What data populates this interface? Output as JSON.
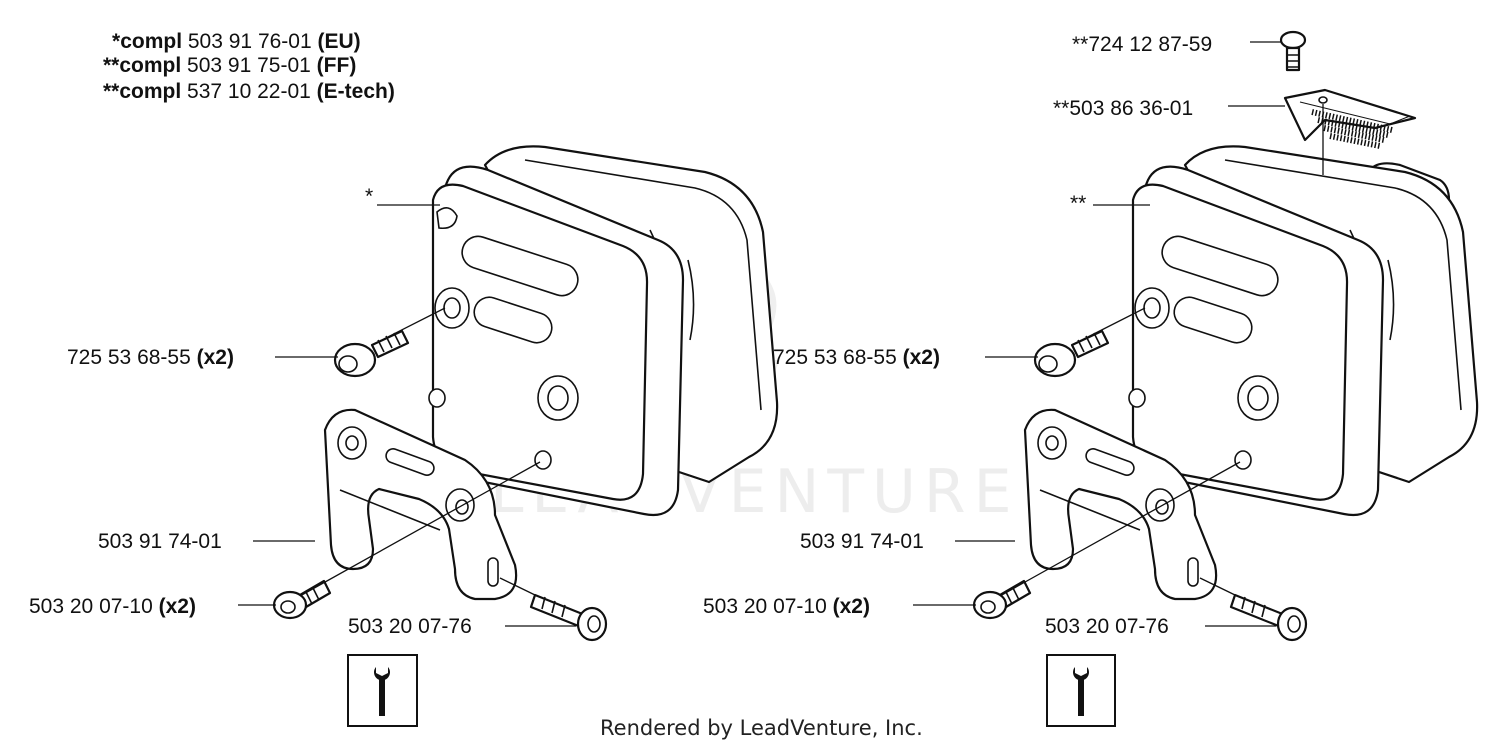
{
  "legend": [
    {
      "prefix": "*",
      "bold": "compl",
      "number": "503 91 76-01",
      "suffix": "(EU)"
    },
    {
      "prefix": "**",
      "bold": "compl",
      "number": "503 91 75-01",
      "suffix": "(FF)"
    },
    {
      "prefix": "**",
      "bold": "compl",
      "number": "537 10 22-01",
      "suffix": "(E-tech)"
    }
  ],
  "left": {
    "muffler_marker": "*",
    "screw_number": "725 53 68-55",
    "screw_qty": "(x2)",
    "bracket_number": "503 91 74-01",
    "bolt_number": "503 20 07-10",
    "bolt_qty": "(x2)",
    "bolt2_number": "503 20 07-76"
  },
  "right": {
    "top_screw": "**724 12 87-59",
    "screen": "**503 86 36-01",
    "muffler_marker": "**",
    "screw_number": "725 53 68-55",
    "screw_qty": "(x2)",
    "bracket_number": "503 91 74-01",
    "bolt_number": "503 20 07-10",
    "bolt_qty": "(x2)",
    "bolt2_number": "503 20 07-76"
  },
  "watermark": "LEADVENTURE",
  "footer": "Rendered by LeadVenture, Inc.",
  "icons": [
    "wrench-icon",
    "wrench-icon"
  ]
}
